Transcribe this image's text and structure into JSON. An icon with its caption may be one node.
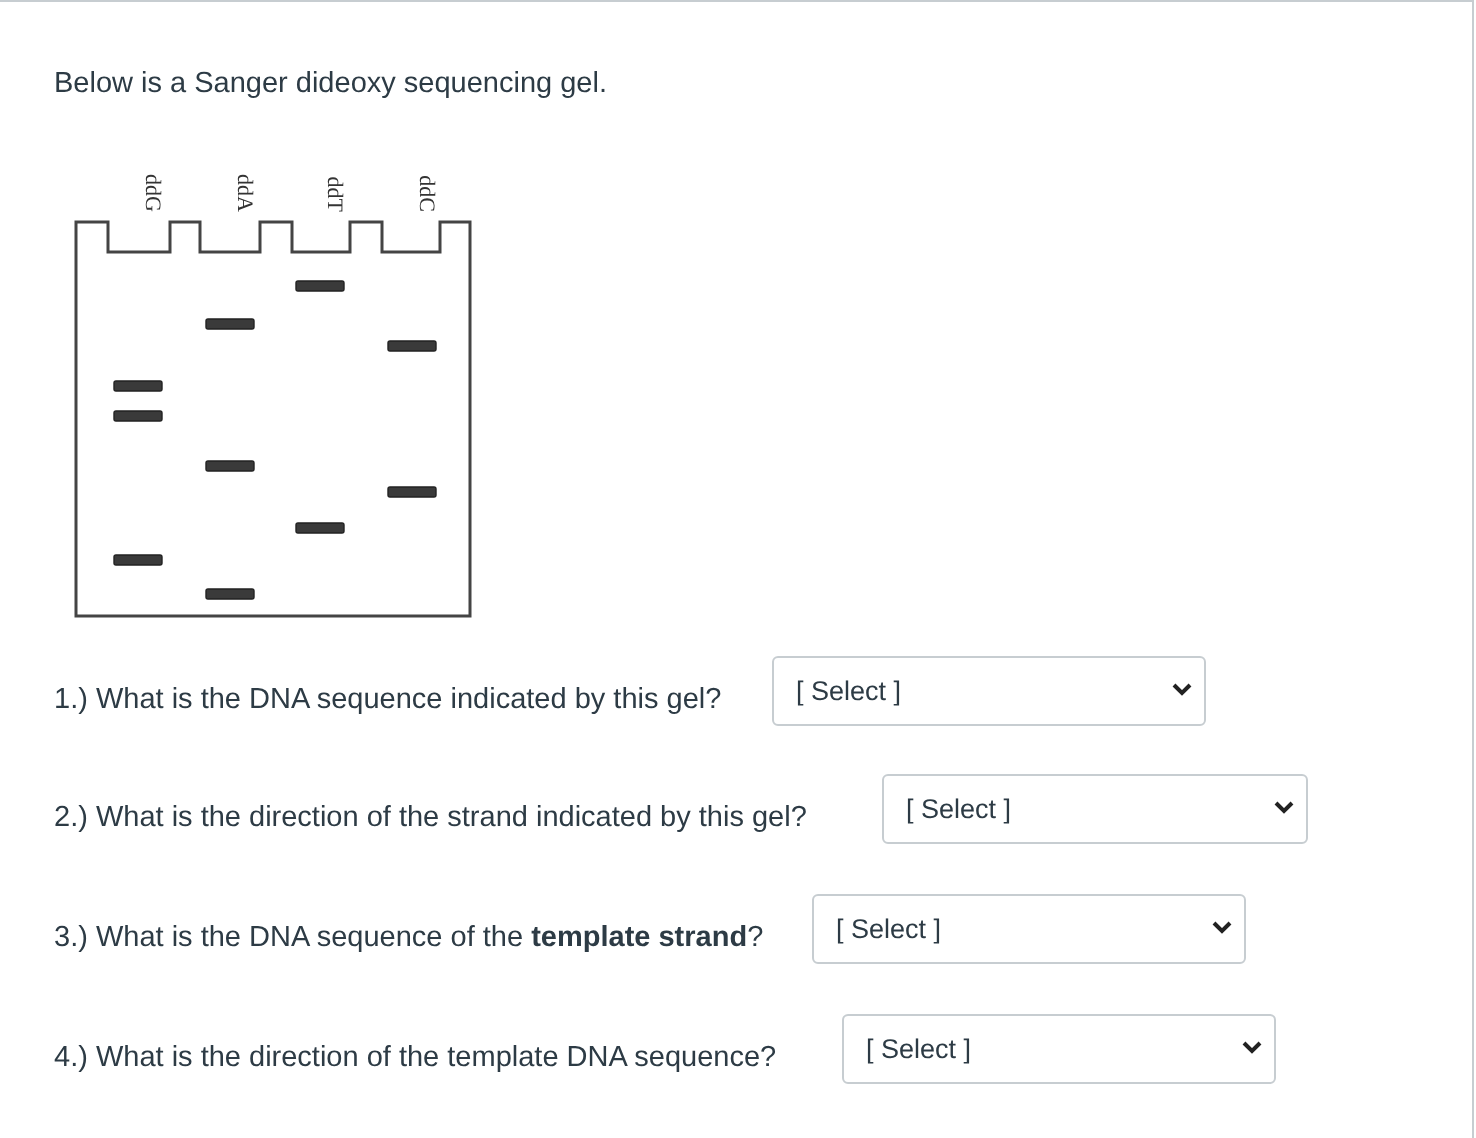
{
  "diagram": {
    "title": "Below is a Sanger dideoxy sequencing gel.",
    "labels": [
      "ddG",
      "ddA",
      "ddT",
      "ddC",
      "1.) What is the DNA sequence indicated by this gel?",
      "[ Select ]",
      "2.) What is the direction of the strand indicated by this gel?",
      "[ Select ]",
      "3.) What is the DNA sequence of the **template strand**?",
      "[ Select ]",
      "4.) What is the direction of the template DNA sequence?",
      "[ Select ]"
    ]
  }
}
